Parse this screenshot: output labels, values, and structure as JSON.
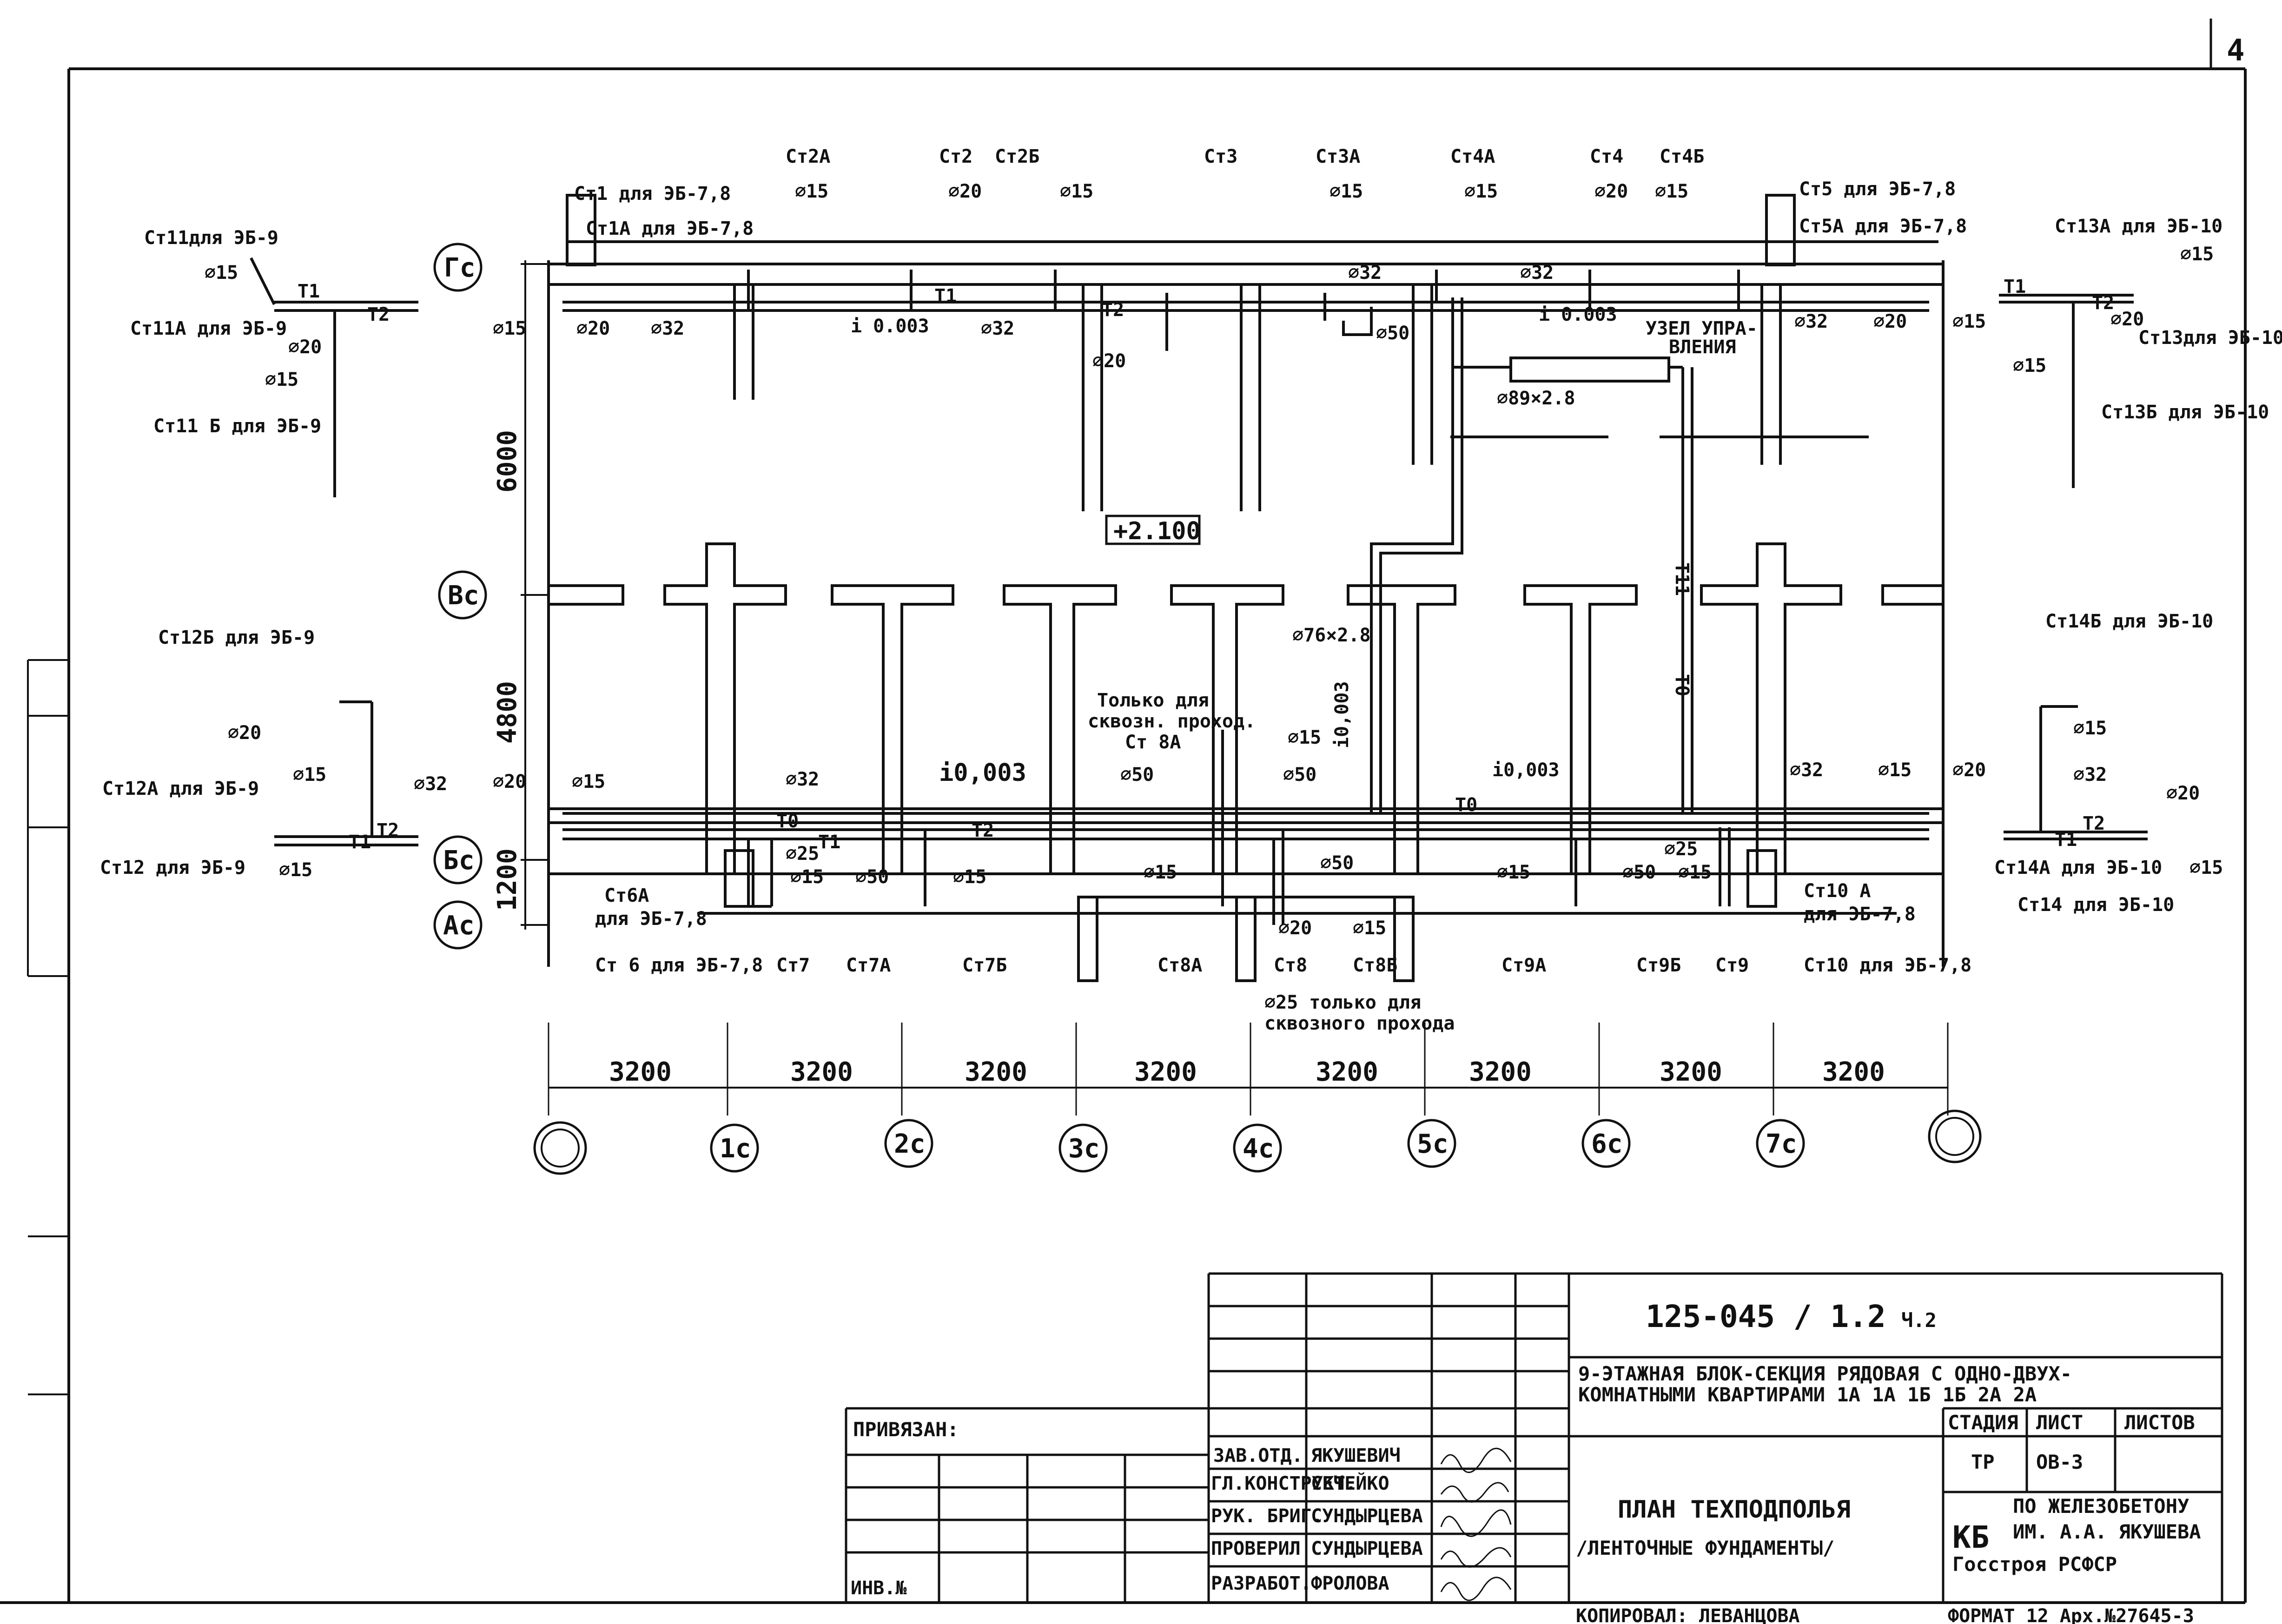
{
  "sheet": {
    "sheet_number": "4",
    "title_lines": [
      "ПЛАН ТЕХПОДПОЛЬЯ",
      "/ЛЕНТОЧНЫЕ ФУНДАМЕНТЫ/"
    ],
    "level_mark": "+2.100",
    "bottom_note_left": "КОПИРОВАЛ: ЛЕВАНЦОВА",
    "bottom_note_right": "ФОРМАТ 12  Арх.№27645-3"
  },
  "axes": {
    "rows": [
      "Гс",
      "Вс",
      "Бс",
      "Ас"
    ],
    "columns": [
      "",
      "1с",
      "2с",
      "3с",
      "4с",
      "5с",
      "6с",
      "7с",
      ""
    ],
    "spans": [
      "3200",
      "3200",
      "3200",
      "3200",
      "3200",
      "3200",
      "3200",
      "3200"
    ],
    "row_spans": [
      "6000",
      "4800",
      "1200"
    ]
  },
  "risers": {
    "st1": "Ст1 для ЭБ-7,8",
    "st1a": "Ст1А для ЭБ-7,8",
    "st2a": "Ст2А",
    "st2": "Ст2",
    "st2b": "Ст2Б",
    "st3": "Ст3",
    "st3a": "Ст3А",
    "st4a": "Ст4А",
    "st4": "Ст4",
    "st4b": "Ст4Б",
    "st5": "Ст5 для ЭБ-7,8",
    "st5a": "Ст5А для ЭБ-7,8",
    "st6a": "Ст6А",
    "st6a_note": "для ЭБ-7,8",
    "st6": "Ст 6 для ЭБ-7,8",
    "st7": "Ст7",
    "st7a": "Ст7А",
    "st7b": "Ст7Б",
    "st8a": "Ст8А",
    "st8": "Ст8",
    "st8b": "Ст8Б",
    "st9a": "Ст9А",
    "st9b": "Ст9Б",
    "st9": "Ст9",
    "st10a": "Ст10 А",
    "st10a_note": "для ЭБ-7,8",
    "st10": "Ст10 для ЭБ-7,8",
    "st11": "Ст11для ЭБ-9",
    "st11a": "Ст11А для ЭБ-9",
    "st11b": "Ст11 Б для ЭБ-9",
    "st12b": "Ст12Б для ЭБ-9",
    "st12a": "Ст12А для ЭБ-9",
    "st12": "Ст12 для ЭБ-9",
    "st13a": "Ст13А для ЭБ-10",
    "st13": "Ст13для ЭБ-10",
    "st13b": "Ст13Б для ЭБ-10",
    "st14b": "Ст14Б для ЭБ-10",
    "st14a": "Ст14А для ЭБ-10",
    "st14": "Ст14 для ЭБ-10"
  },
  "diameters": {
    "d15": "⌀15",
    "d20": "⌀20",
    "d25": "⌀25",
    "d32": "⌀32",
    "d50": "⌀50",
    "d89": "⌀89×2.8",
    "d76": "⌀76×2.8",
    "d25_pass": "⌀25 только для",
    "d25_pass2": "сквозного прохода"
  },
  "notes": {
    "slope": "i 0.003",
    "slope2": "i0,003",
    "control_unit_1": "УЗЕЛ УПРА-",
    "control_unit_2": "ВЛЕНИЯ",
    "pass_only_1": "Только для",
    "pass_only_2": "сквозн. проход.",
    "pass_only_3": "Ст 8А",
    "t1": "Т1",
    "t2": "Т2",
    "t0": "Т0",
    "t11": "Т11"
  },
  "title_block": {
    "doc_code": "125-045 / 1.2",
    "part": "Ч.2",
    "project_line1": "9-ЭТАЖНАЯ БЛОК-СЕКЦИЯ РЯДОВАЯ С ОДНО-ДВУХ-",
    "project_line2": "КОМНАТНЫМИ КВАРТИРАМИ 1А 1А 1Б 1Б 2А 2А",
    "stage_header": "СТАДИЯ",
    "sheet_header": "ЛИСТ",
    "sheets_header": "ЛИСТОВ",
    "stage_value": "ТР",
    "sheet_value": "ОВ-3",
    "bound_label": "ПРИВЯЗАН:",
    "inv_label": "ИНВ.№",
    "roles": [
      "ЗАВ.ОТД.",
      "ГЛ.КОНСТРУКТ.",
      "РУК. БРИГ.",
      "ПРОВЕРИЛ",
      "РАЗРАБОТ."
    ],
    "names": [
      "ЯКУШЕВИЧ",
      "СЕЧЕЙКО",
      "СУНДЫРЦЕВА",
      "СУНДЫРЦЕВА",
      "ФРОЛОВА"
    ],
    "org_abbr": "КБ",
    "org_line1": "ПО ЖЕЛЕЗОБЕТОНУ",
    "org_line2": "ИМ. А.А. ЯКУШЕВА",
    "org_line3": "Госстроя РСФСР"
  }
}
